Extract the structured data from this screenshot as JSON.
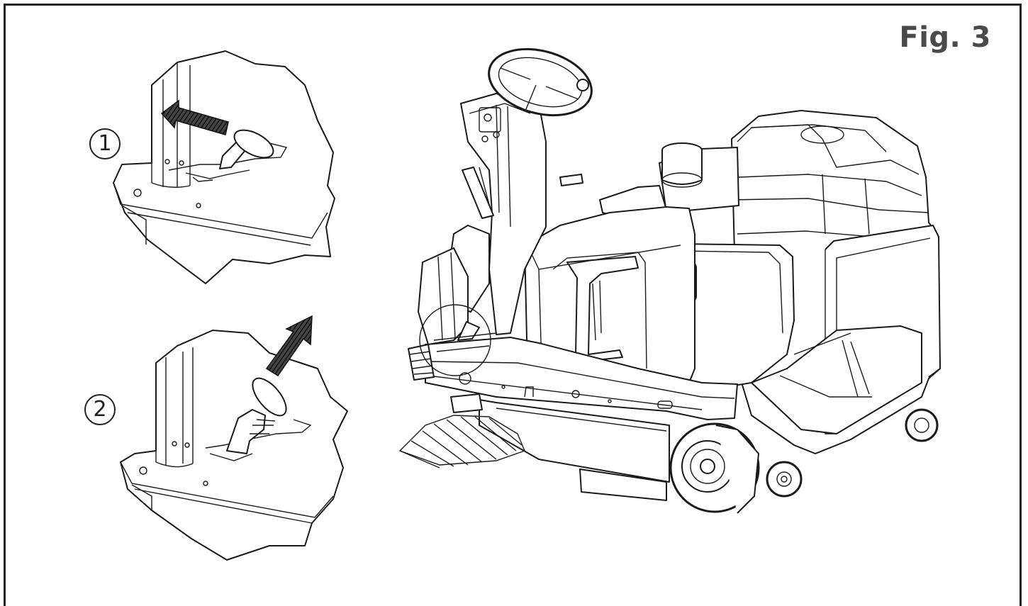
{
  "figure": {
    "title": "Fig. 3",
    "steps": [
      {
        "number": "1",
        "arrow_direction": "left"
      },
      {
        "number": "2",
        "arrow_direction": "up-right"
      }
    ]
  },
  "colors": {
    "line": "#1a1a1a",
    "title": "#4a4a4a",
    "background": "#ffffff"
  }
}
